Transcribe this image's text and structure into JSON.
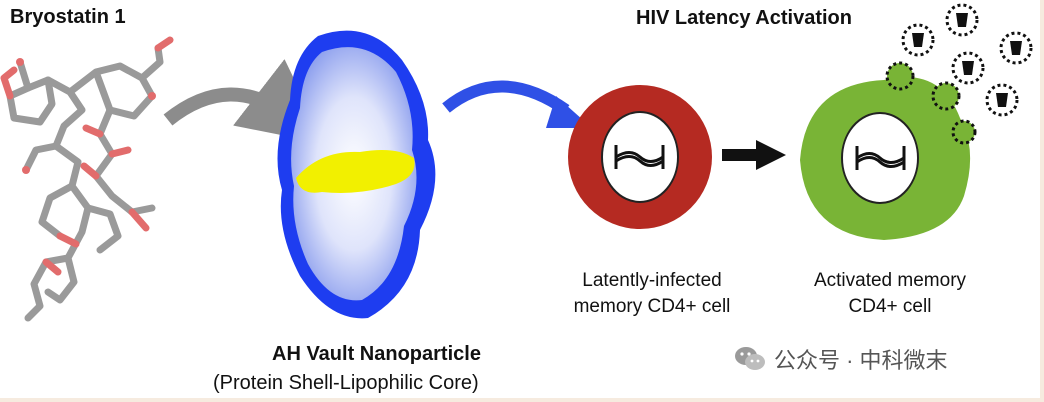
{
  "molecule": {
    "label": "Bryostatin 1"
  },
  "nanoparticle": {
    "name": "AH Vault Nanoparticle",
    "description": "(Protein Shell-Lipophilic Core)"
  },
  "activation": {
    "label": "HIV Latency Activation"
  },
  "cells": [
    {
      "label": "Latently-infected memory CD4+ cell",
      "color": "#b52a22"
    },
    {
      "label": "Activated memory CD4+ cell",
      "color": "#79b436"
    }
  ],
  "watermark": {
    "text": "公众号 · 中科微末",
    "icon": "wechat-icon"
  },
  "colors": {
    "nanoparticle_shell": "#1e3df0",
    "nanoparticle_core": "#f2f000",
    "arrow_gray": "#8c8c8c",
    "arrow_blue": "#2f50e6"
  }
}
